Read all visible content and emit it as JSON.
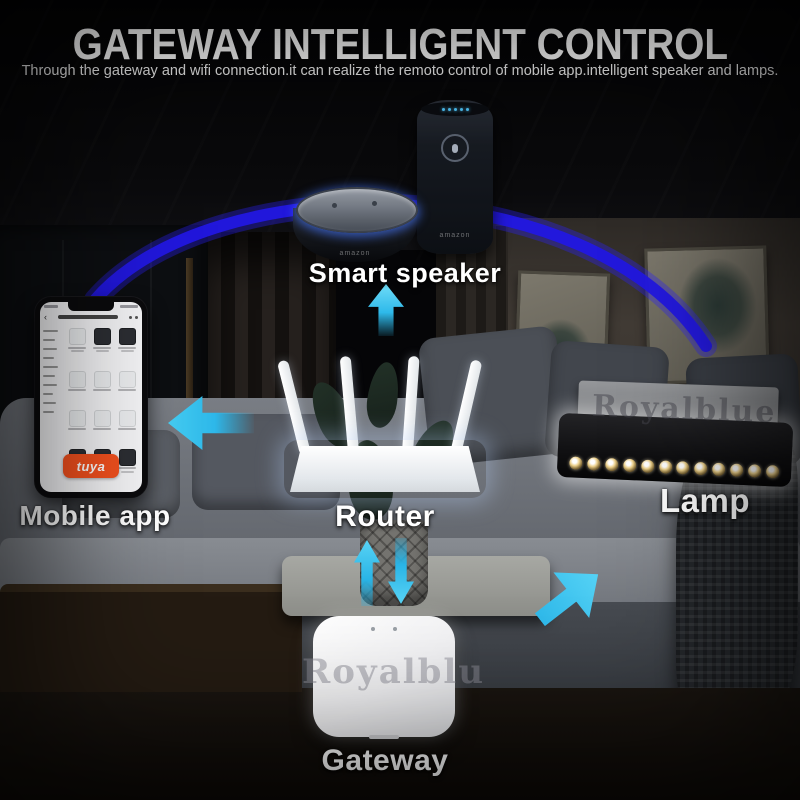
{
  "header": {
    "title": "GATEWAY INTELLIGENT CONTROL",
    "subtitle": "Through the gateway and wifi connection.it can realize the remoto control of mobile app.intelligent speaker and lamps."
  },
  "devices": {
    "smart_speaker": {
      "label": "Smart speaker",
      "brand_text": "amazon"
    },
    "mobile_app": {
      "label": "Mobile app",
      "app_name": "tuya"
    },
    "router": {
      "label": "Router"
    },
    "lamp": {
      "label": "Lamp",
      "led_count": 12
    },
    "gateway": {
      "label": "Gateway"
    }
  },
  "watermarks": {
    "lamp_area": "Royalblue",
    "gateway_area": "Royalblu"
  },
  "icons": {
    "up_arrow": "▲",
    "down_arrow": "▼",
    "left_arrow": "◀",
    "diagonal_arrow": "↗",
    "back_chevron": "‹"
  },
  "colors": {
    "arrow_cyan": "#38c6f0",
    "arc_blue": "#2217e2",
    "tuya_orange": "#f4511e",
    "label_text": "#ffffff"
  }
}
